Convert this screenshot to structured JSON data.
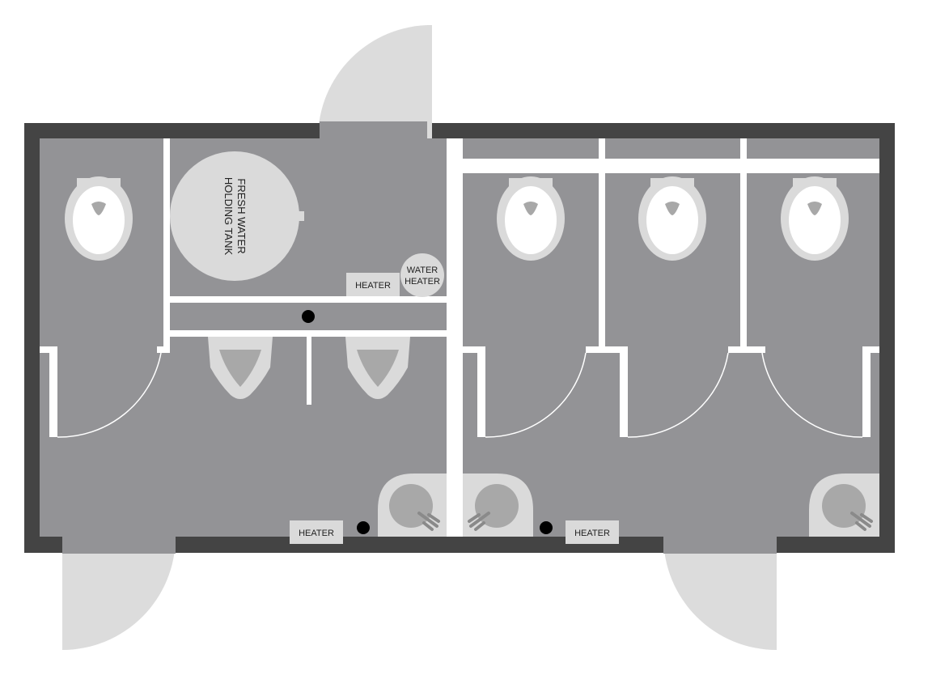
{
  "labels": {
    "tank_line1": "FRESH WATER",
    "tank_line2": "HOLDING TANK",
    "water_heater_line1": "WATER",
    "water_heater_line2": "HEATER",
    "heater_top": "HEATER",
    "heater_bottom_left": "HEATER",
    "heater_bottom_right": "HEATER"
  },
  "colors": {
    "wall": "#444444",
    "floor": "#939396",
    "partition": "#ffffff",
    "fixture": "#dadada",
    "door_swing": "#dcdcdc"
  }
}
